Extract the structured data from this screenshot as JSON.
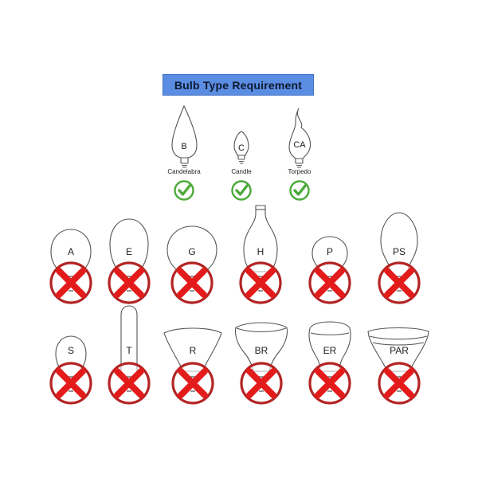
{
  "header": {
    "title": "Bulb Type Requirement"
  },
  "colors": {
    "title_bg": "#5b8de3",
    "check": "#4caa3a",
    "reject_ring": "#b32424",
    "reject_x": "#e31b1b",
    "outline": "#555555"
  },
  "allowed": [
    {
      "code": "B",
      "name": "Candelabra",
      "status": "check-icon"
    },
    {
      "code": "C",
      "name": "Candle",
      "status": "check-icon"
    },
    {
      "code": "CA",
      "name": "Torpedo",
      "status": "check-icon"
    }
  ],
  "rejected_row1": [
    {
      "code": "A",
      "status": "x-icon"
    },
    {
      "code": "E",
      "status": "x-icon"
    },
    {
      "code": "G",
      "status": "x-icon"
    },
    {
      "code": "H",
      "status": "x-icon"
    },
    {
      "code": "P",
      "status": "x-icon"
    },
    {
      "code": "PS",
      "status": "x-icon"
    }
  ],
  "rejected_row2": [
    {
      "code": "S",
      "status": "x-icon"
    },
    {
      "code": "T",
      "status": "x-icon"
    },
    {
      "code": "R",
      "status": "x-icon"
    },
    {
      "code": "BR",
      "status": "x-icon"
    },
    {
      "code": "ER",
      "status": "x-icon"
    },
    {
      "code": "PAR",
      "status": "x-icon"
    }
  ]
}
